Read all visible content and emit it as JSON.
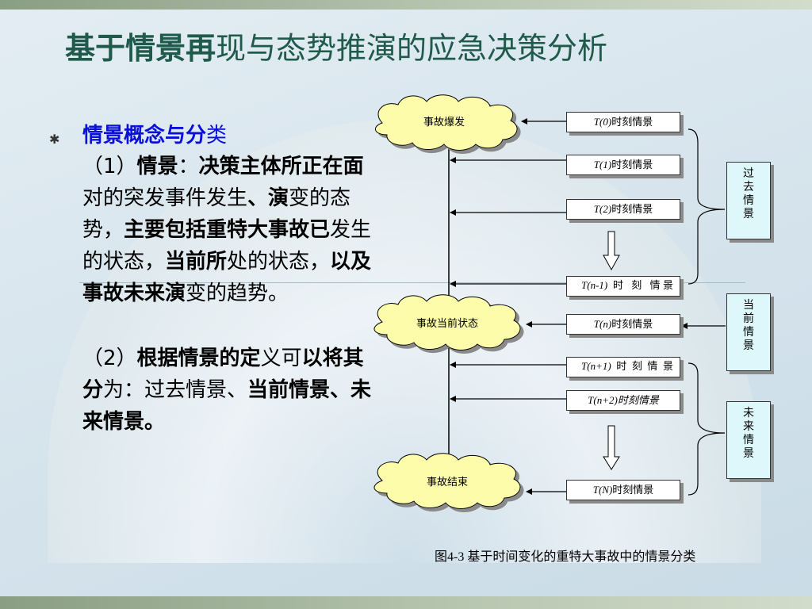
{
  "title": {
    "bold": "基于情景再",
    "rest": "现与态势推演的应急决策分析"
  },
  "concept": {
    "bold": "情景概念与分",
    "rest": "类"
  },
  "paragraph1": {
    "a": "（1）",
    "b": "情景",
    "c": "：",
    "d": "决策主体所正在面",
    "e": "对的突发事件发生",
    "f": "、演",
    "g": "变的态势，",
    "h": "主要包括重特大事故已",
    "i": "发生的状态，",
    "j": "当前所",
    "k": "处的状态，",
    "l": "以及事故未来演",
    "m": "变的趋势。"
  },
  "paragraph2": {
    "a": "（2）",
    "b": "根据情景的定",
    "c": "义可",
    "d": "以将其分",
    "e": "为：过去情景、",
    "f": "当前情景、未来情景。"
  },
  "diagram": {
    "clouds": {
      "start": "事故爆发",
      "current": "事故当前状态",
      "end": "事故结束"
    },
    "moments": {
      "t0": {
        "t": "T",
        "p": "(0)",
        "s": "时刻情景"
      },
      "t1": {
        "t": "T",
        "p": "(1)",
        "s": "时刻情景"
      },
      "t2": {
        "t": "T",
        "p": "(2)",
        "s": "时刻情景"
      },
      "tn1": {
        "t": "T",
        "p": "(n-1)",
        "s": " 时 刻 情景"
      },
      "tn": {
        "t": "T",
        "p": "(n)",
        "s": "时刻情景"
      },
      "tnp1": {
        "t": "T",
        "p": "(n+1)",
        "s": "时刻情景"
      },
      "tnp2": {
        "t": "T",
        "p": "(n+2)",
        "s": "时刻情景"
      },
      "tN": {
        "t": "T",
        "p": "(N)",
        "s": "时刻情景"
      }
    },
    "categories": {
      "past": "过去情景",
      "present": "当前情景",
      "future": "未来情景"
    }
  },
  "caption": "图4-3 基于时间变化的重特大事故中的情景分类"
}
